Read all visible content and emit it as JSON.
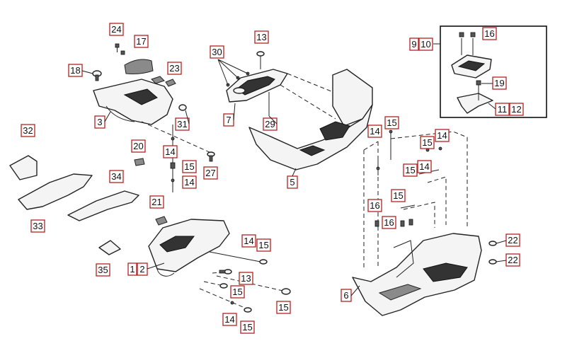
{
  "callouts": [
    "24",
    "17",
    "18",
    "23",
    "3",
    "31",
    "13",
    "30",
    "7",
    "29",
    "5",
    "9",
    "10",
    "16",
    "19",
    "11",
    "12",
    "32",
    "20",
    "14",
    "15",
    "27",
    "34",
    "33",
    "21",
    "35",
    "1",
    "2",
    "6",
    "22"
  ],
  "colors": {
    "outline": "#222222",
    "label_border": "#b22222",
    "background": "#ffffff"
  }
}
